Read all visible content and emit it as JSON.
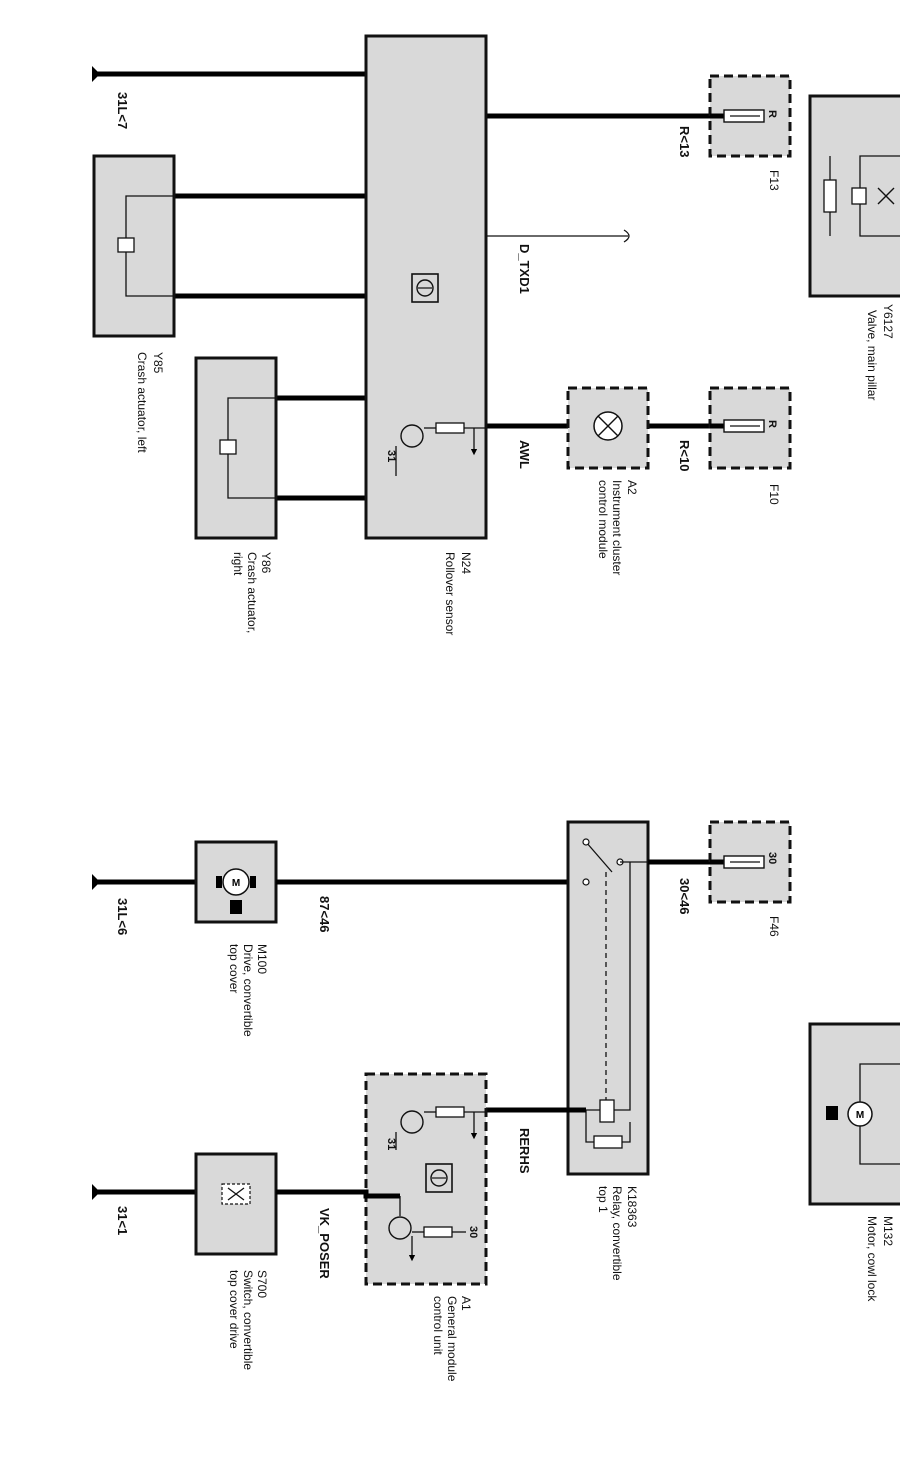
{
  "components": {
    "n24": {
      "code": "N24",
      "name": "Rollover sensor"
    },
    "y85": {
      "code": "Y85",
      "name": "Crash actuator, left"
    },
    "y86": {
      "code": "Y86",
      "name": "Crash actuator,",
      "name2": "right"
    },
    "a2": {
      "code": "A2",
      "name": "Instrument cluster",
      "name2": "control module"
    },
    "f13": {
      "code": "F13",
      "pin": "R"
    },
    "f10": {
      "code": "F10",
      "pin": "R"
    },
    "f46": {
      "code": "F46",
      "pin": "30"
    },
    "valve": {
      "code": "Y6127",
      "name": "Valve, main pillar"
    },
    "m100": {
      "code": "M100",
      "name": "Drive, convertible",
      "name2": "top cover"
    },
    "k18363": {
      "code": "K18363",
      "name": "Relay, convertible",
      "name2": "top 1"
    },
    "a1": {
      "code": "A1",
      "name": "General module",
      "name2": "control unit"
    },
    "s700": {
      "code": "S700",
      "name": "Switch, convertible",
      "name2": "top cover drive"
    },
    "m132": {
      "code": "M132",
      "name": "Motor, cowl lock"
    }
  },
  "signals": {
    "ground_31l7": "31L<7",
    "r13": "R<13",
    "d_txd1": "D_TXD1",
    "awl": "AWL",
    "r10": "R<10",
    "ground_31l6": "31L<6",
    "w87_46": "87<46",
    "w30_46": "30<46",
    "rerhs": "RERHS",
    "vk_poser": "VK_POSER",
    "ground_31_1": "31<1"
  },
  "pins": {
    "pin31": "31",
    "pin30": "30"
  }
}
